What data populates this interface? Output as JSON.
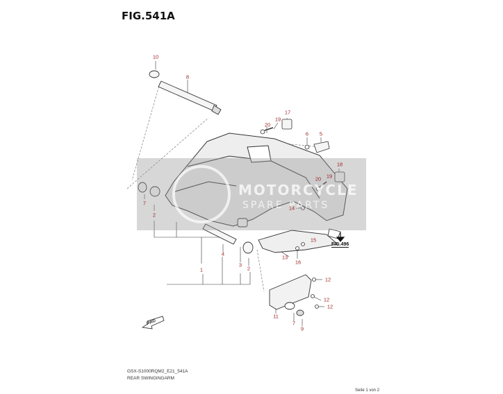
{
  "header": {
    "title": "FIG.541A"
  },
  "callouts": [
    {
      "id": "c10",
      "text": "10"
    },
    {
      "id": "c8",
      "text": "8"
    },
    {
      "id": "c17",
      "text": "17"
    },
    {
      "id": "c19a",
      "text": "19"
    },
    {
      "id": "c20a",
      "text": "20"
    },
    {
      "id": "c6",
      "text": "6"
    },
    {
      "id": "c5",
      "text": "5"
    },
    {
      "id": "c18",
      "text": "18"
    },
    {
      "id": "c19b",
      "text": "19"
    },
    {
      "id": "c20b",
      "text": "20"
    },
    {
      "id": "c7a",
      "text": "7"
    },
    {
      "id": "c2a",
      "text": "2"
    },
    {
      "id": "c14",
      "text": "14"
    },
    {
      "id": "c15",
      "text": "15"
    },
    {
      "id": "c13",
      "text": "13"
    },
    {
      "id": "c16",
      "text": "16"
    },
    {
      "id": "c4",
      "text": "4"
    },
    {
      "id": "c1",
      "text": "1"
    },
    {
      "id": "c3",
      "text": "3"
    },
    {
      "id": "c2b",
      "text": "2"
    },
    {
      "id": "c12a",
      "text": "12"
    },
    {
      "id": "c12b",
      "text": "12"
    },
    {
      "id": "c12c",
      "text": "12"
    },
    {
      "id": "c11",
      "text": "11"
    },
    {
      "id": "c7b",
      "text": "7"
    },
    {
      "id": "c9",
      "text": "9"
    }
  ],
  "reference": {
    "label": "FIG.496"
  },
  "direction": {
    "label": "FWD"
  },
  "footer": {
    "code": "GSX-S1000RQM2_E21_541A",
    "name": "REAR SWINGINGARM",
    "page": "Seite 1 von 2"
  },
  "watermark": {
    "line1": "MOTORCYCLE",
    "line2": "SPARE PARTS"
  },
  "colors": {
    "callout": "#9c1f1f",
    "watermark": "#969696"
  }
}
